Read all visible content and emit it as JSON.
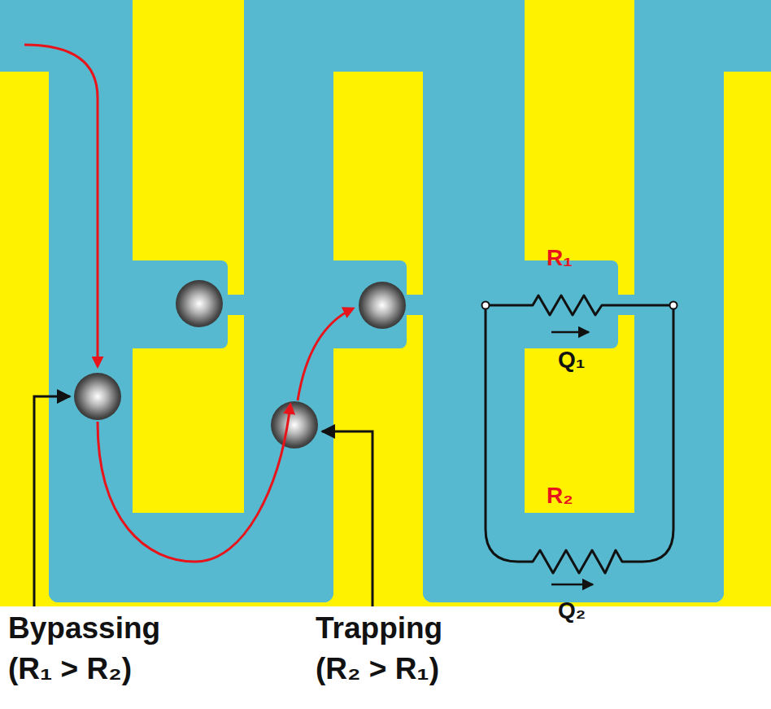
{
  "diagram": {
    "labels": [
      "R₁",
      "Q₁",
      "R₂",
      "Q₂",
      "Bypassing",
      "(R₁ > R₂)",
      "Trapping",
      "(R₂ > R₁)"
    ]
  }
}
